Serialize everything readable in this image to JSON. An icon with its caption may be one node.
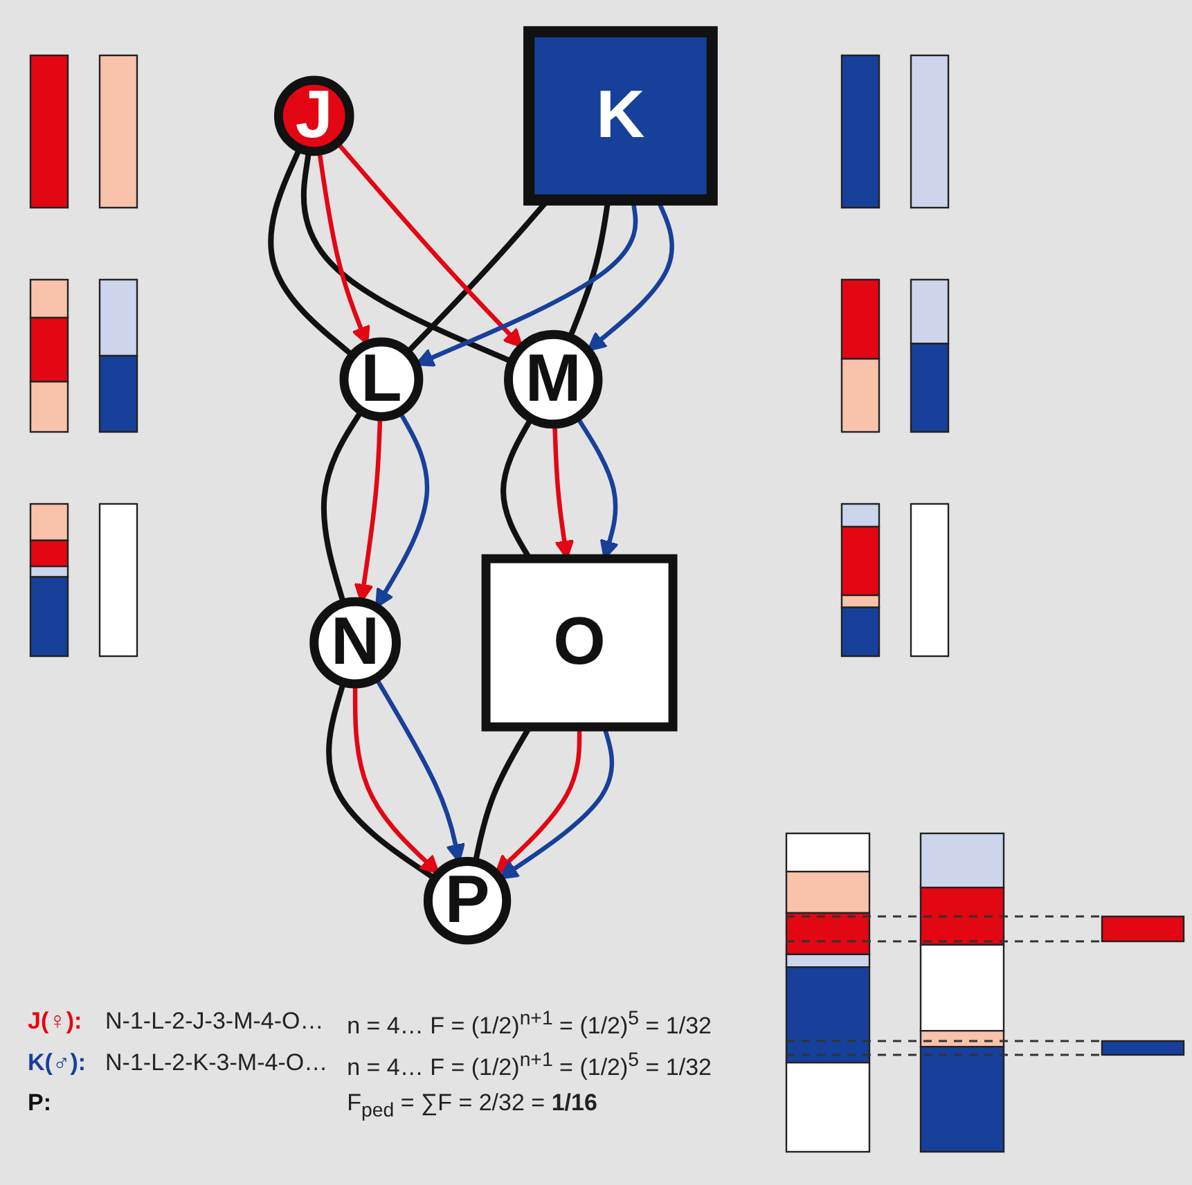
{
  "diagram": {
    "nodes": [
      {
        "text": [
          "J"
        ]
      },
      {
        "text": [
          "K"
        ]
      },
      {
        "text": [
          "L"
        ]
      },
      {
        "text": [
          "M"
        ]
      },
      {
        "text": [
          "N"
        ]
      },
      {
        "text": [
          "O"
        ]
      },
      {
        "text": [
          "P"
        ]
      }
    ],
    "edges": [
      {
        "from": 0,
        "to": 2,
        "arrow": "none"
      },
      {
        "from": 0,
        "to": 3,
        "arrow": "none"
      },
      {
        "from": 1,
        "to": 2,
        "arrow": "none"
      },
      {
        "from": 1,
        "to": 3,
        "arrow": "none"
      },
      {
        "from": 2,
        "to": 4,
        "arrow": "none"
      },
      {
        "from": 3,
        "to": 5,
        "arrow": "none"
      },
      {
        "from": 4,
        "to": 6,
        "arrow": "none"
      },
      {
        "from": 5,
        "to": 6,
        "arrow": "none"
      },
      {
        "from": 0,
        "to": 2,
        "arrow": "to",
        "color": "#e30613"
      },
      {
        "from": 0,
        "to": 3,
        "arrow": "to",
        "color": "#e30613"
      },
      {
        "from": 1,
        "to": 2,
        "arrow": "to",
        "color": "#17409a"
      },
      {
        "from": 1,
        "to": 3,
        "arrow": "to",
        "color": "#17409a"
      },
      {
        "from": 2,
        "to": 4,
        "arrow": "to",
        "color": "#e30613"
      },
      {
        "from": 2,
        "to": 4,
        "arrow": "to",
        "color": "#17409a"
      },
      {
        "from": 3,
        "to": 5,
        "arrow": "to",
        "color": "#e30613"
      },
      {
        "from": 3,
        "to": 5,
        "arrow": "to",
        "color": "#17409a"
      },
      {
        "from": 4,
        "to": 6,
        "arrow": "to",
        "color": "#e30613"
      },
      {
        "from": 4,
        "to": 6,
        "arrow": "to",
        "color": "#17409a"
      },
      {
        "from": 5,
        "to": 6,
        "arrow": "to",
        "color": "#e30613"
      },
      {
        "from": 5,
        "to": 6,
        "arrow": "to",
        "color": "#17409a"
      }
    ],
    "labels": [
      "J(♀):",
      "N-1-L-2-J-3-M-4-O…",
      "n = 4… F = (1/2)$^{n+1}$ = (1/2)$^{5}$ = 1/32",
      "K(♂):",
      "N-1-L-2-K-3-M-4-O…",
      "n = 4… F = (1/2)$^{n+1}$ = (1/2)$^{5}$ = 1/32",
      "P:",
      "F$_{ped}$ = ∑F = 2/32 = **1/16**"
    ]
  }
}
